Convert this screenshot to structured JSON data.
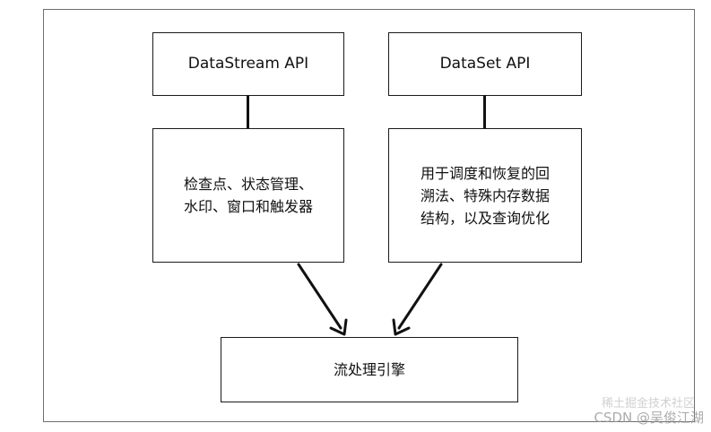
{
  "diagram": {
    "top_left": {
      "label": "DataStream API"
    },
    "top_right": {
      "label": "DataSet API"
    },
    "mid_left": {
      "lines": [
        "检查点、状态管理、",
        "水印、窗口和触发器"
      ]
    },
    "mid_right": {
      "lines": [
        "用于调度和恢复的回",
        "溯法、特殊内存数据",
        "结构，以及查询优化"
      ]
    },
    "bottom": {
      "label": "流处理引擎"
    }
  },
  "watermark": {
    "line1": "稀土掘金技术社区",
    "line2": "CSDN @吴俊江湖"
  }
}
